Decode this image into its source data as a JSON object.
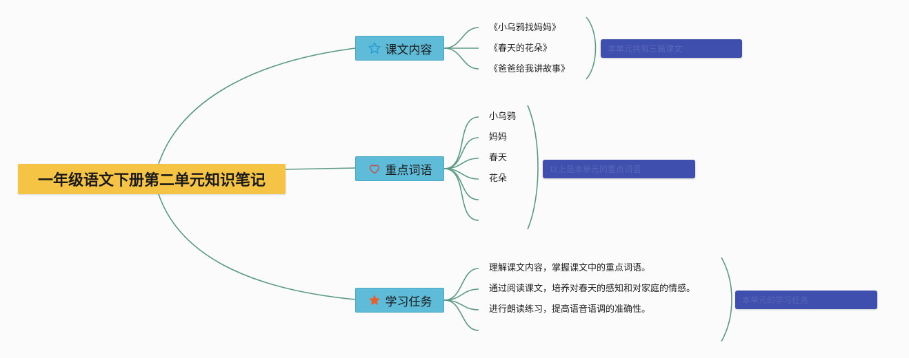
{
  "root": {
    "title": "一年级语文下册第二单元知识笔记"
  },
  "branches": [
    {
      "label": "课文内容",
      "icon": "star-outline-icon",
      "leaves": [
        "《小乌鸦找妈妈》",
        "《春天的花朵》",
        "《爸爸给我讲故事》"
      ],
      "summary": "本单元共有三篇课文"
    },
    {
      "label": "重点词语",
      "icon": "heart-outline-icon",
      "leaves": [
        "小乌鸦",
        "妈妈",
        "春天",
        "花朵",
        "",
        ""
      ],
      "summary": "以上是本单元的重点词语"
    },
    {
      "label": "学习任务",
      "icon": "star-filled-icon",
      "leaves": [
        "理解课文内容，掌握课文中的重点词语。",
        "通过阅读课文，培养对春天的感知和对家庭的情感。",
        "进行朗读练习，提高语音语调的准确性。",
        ""
      ],
      "summary": "本单元的学习任务"
    }
  ],
  "colors": {
    "connector": "#5a9a82",
    "root_fill": "#f6c445",
    "branch_fill": "#5fbcd9",
    "summary_fill": "#3f4fae",
    "star_outline": "#2e9bd6",
    "heart": "#c0504d",
    "star_filled": "#e8602c"
  }
}
